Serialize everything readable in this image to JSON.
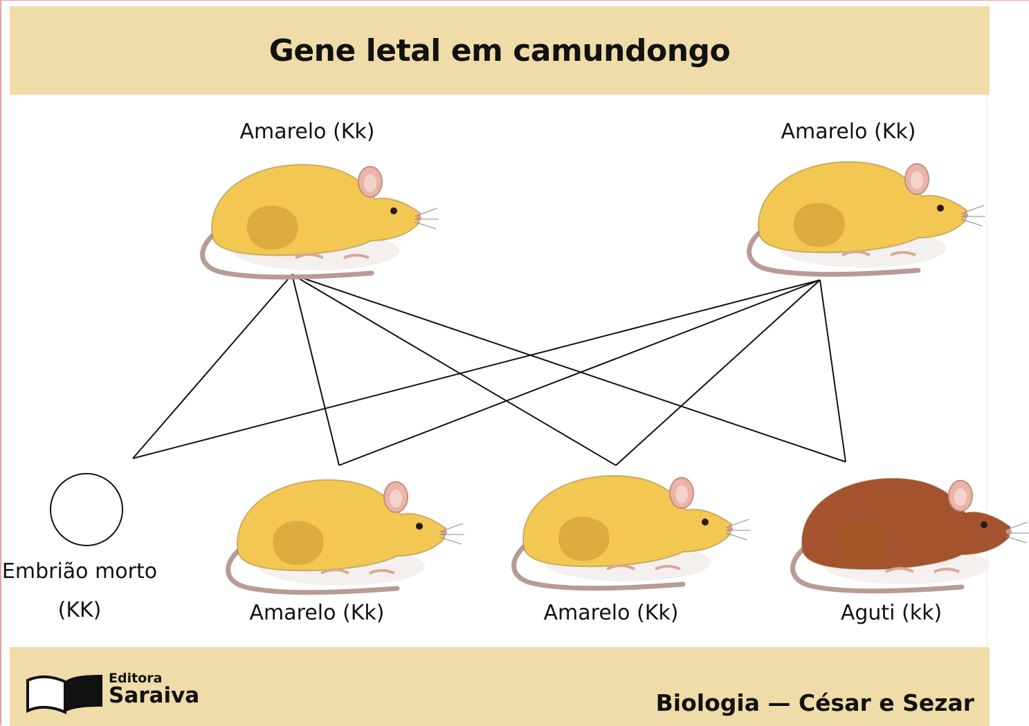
{
  "title": "Gene letal em camundongo",
  "parents": [
    {
      "label": "Amarelo (Kk)",
      "coat": "yellow"
    },
    {
      "label": "Amarelo (Kk)",
      "coat": "yellow"
    }
  ],
  "offspring": [
    {
      "label_line1": "Embrião morto",
      "label_line2": "(KK)",
      "shape": "empty-circle"
    },
    {
      "label": "Amarelo (Kk)",
      "coat": "yellow"
    },
    {
      "label": "Amarelo (Kk)",
      "coat": "yellow"
    },
    {
      "label": "Aguti (kk)",
      "coat": "agouti"
    }
  ],
  "footer": {
    "publisher_line1": "Editora",
    "publisher_line2": "Saraiva",
    "credit": "Biologia — César e Sezar"
  },
  "colors": {
    "band": "#f0dca8",
    "yellow_fur": "#f3c852",
    "agouti_fur": "#a5532e"
  }
}
